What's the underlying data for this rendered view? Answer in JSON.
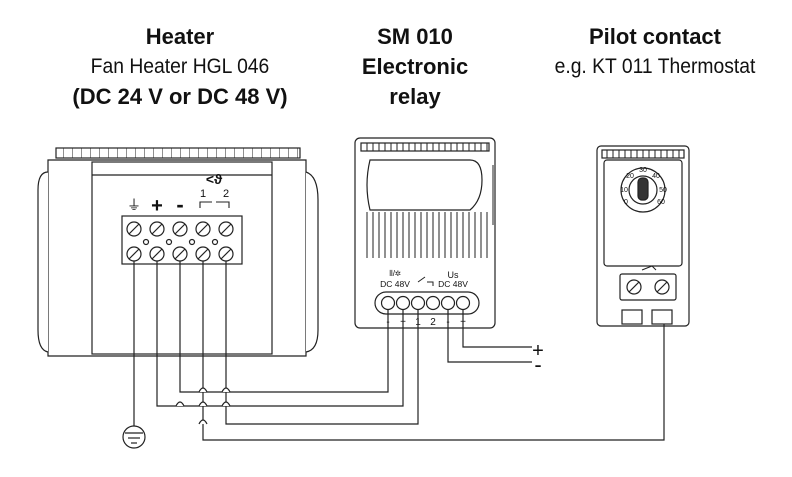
{
  "heater": {
    "title": "Heater",
    "model": "Fan Heater HGL 046",
    "voltage": "(DC 24 V or DC 48 V)",
    "terminal_marks": {
      "ground": "⏚",
      "plus": "+",
      "minus": "-",
      "theta": "<ϑ",
      "t1": "1",
      "t2": "2"
    }
  },
  "relay": {
    "title_line1": "SM 010",
    "title_line2": "Electronic",
    "title_line3": "relay",
    "label_left": "DC 48V",
    "label_left_icon": "⦀/✲",
    "label_right_us": "Us",
    "label_right": "DC 48V",
    "terminals": [
      "-",
      "+",
      "1",
      "2",
      "-",
      "+"
    ]
  },
  "pilot": {
    "title": "Pilot contact",
    "subtitle": "e.g.  KT 011 Thermostat",
    "dial_scale": [
      "0",
      "10",
      "20",
      "30",
      "40",
      "50",
      "60"
    ]
  },
  "supply": {
    "plus": "+",
    "minus": "-"
  }
}
